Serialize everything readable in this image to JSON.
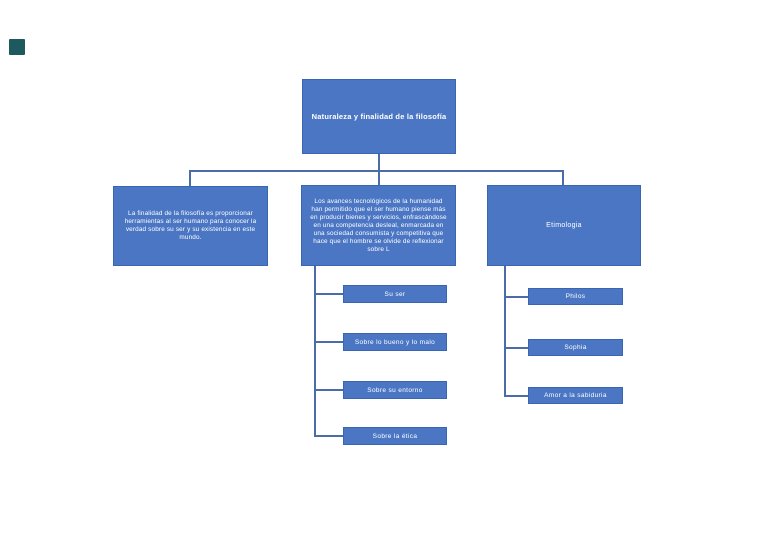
{
  "diagram": {
    "root": {
      "label": "Naturaleza y finalidad de la filosofía"
    },
    "branches": [
      {
        "label": "La finalidad de la filosofía es proporcionar herramientas al ser humano para conocer la verdad sobre su ser y su existencia en este mundo.",
        "children": []
      },
      {
        "label": "Los avances tecnológicos de la humanidad han permitido que el ser humano piense más en producir bienes y servicios, enfrascándose en una competencia desleal, enmarcada en una sociedad consumista y competitiva que hace que el hombre se olvide de reflexionar sobre L",
        "children": [
          "Su ser",
          "Sobre lo bueno y lo malo",
          "Sobre su entorno",
          "Sobre la ética"
        ]
      },
      {
        "label": "Etimologia",
        "children": [
          "Philos",
          "Sophia",
          "Amor a la sabiduria"
        ]
      }
    ],
    "icons": {
      "corner_mark": "dark-teal-square-logo"
    },
    "colors": {
      "node_fill": "#4b76c4",
      "node_border": "#3a65b2",
      "connector": "#4a6da8",
      "node_text": "#ffffff",
      "corner_mark": "#1d595e",
      "page_background": "#ffffff"
    }
  }
}
